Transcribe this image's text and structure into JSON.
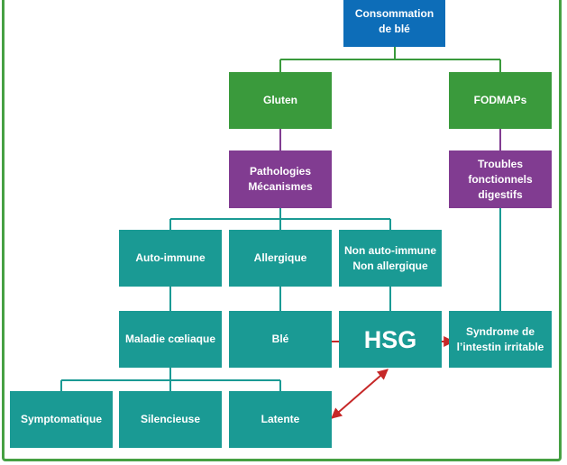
{
  "diagram": {
    "nodes": {
      "consommation": "Consommation\nde blé",
      "gluten": "Gluten",
      "fodmaps": "FODMAPs",
      "pathologies": "Pathologies\nMécanismes",
      "troubles": "Troubles\nfonctionnels\ndigestifs",
      "auto_immune": "Auto-immune",
      "allergique": "Allergique",
      "non_auto": "Non auto-immune\nNon allergique",
      "maladie": "Maladie cœliaque",
      "ble": "Blé",
      "hsg": "HSG",
      "syndrome": "Syndrome de\nl’intestin irritable",
      "symptomatique": "Symptomatique",
      "silencieuse": "Silencieuse",
      "latente": "Latente"
    },
    "colors": {
      "blue": "#0d6db8",
      "green": "#3a9a3c",
      "purple": "#813c91",
      "teal": "#1a9a94",
      "arrow": "#c62828"
    }
  }
}
